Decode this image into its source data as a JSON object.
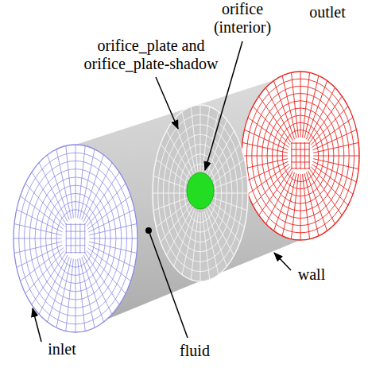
{
  "diagram": {
    "labels": [
      "orifice (interior)",
      "orifice_plate and orifice_plate-shadow",
      "outlet",
      "wall",
      "inlet",
      "fluid"
    ]
  }
}
